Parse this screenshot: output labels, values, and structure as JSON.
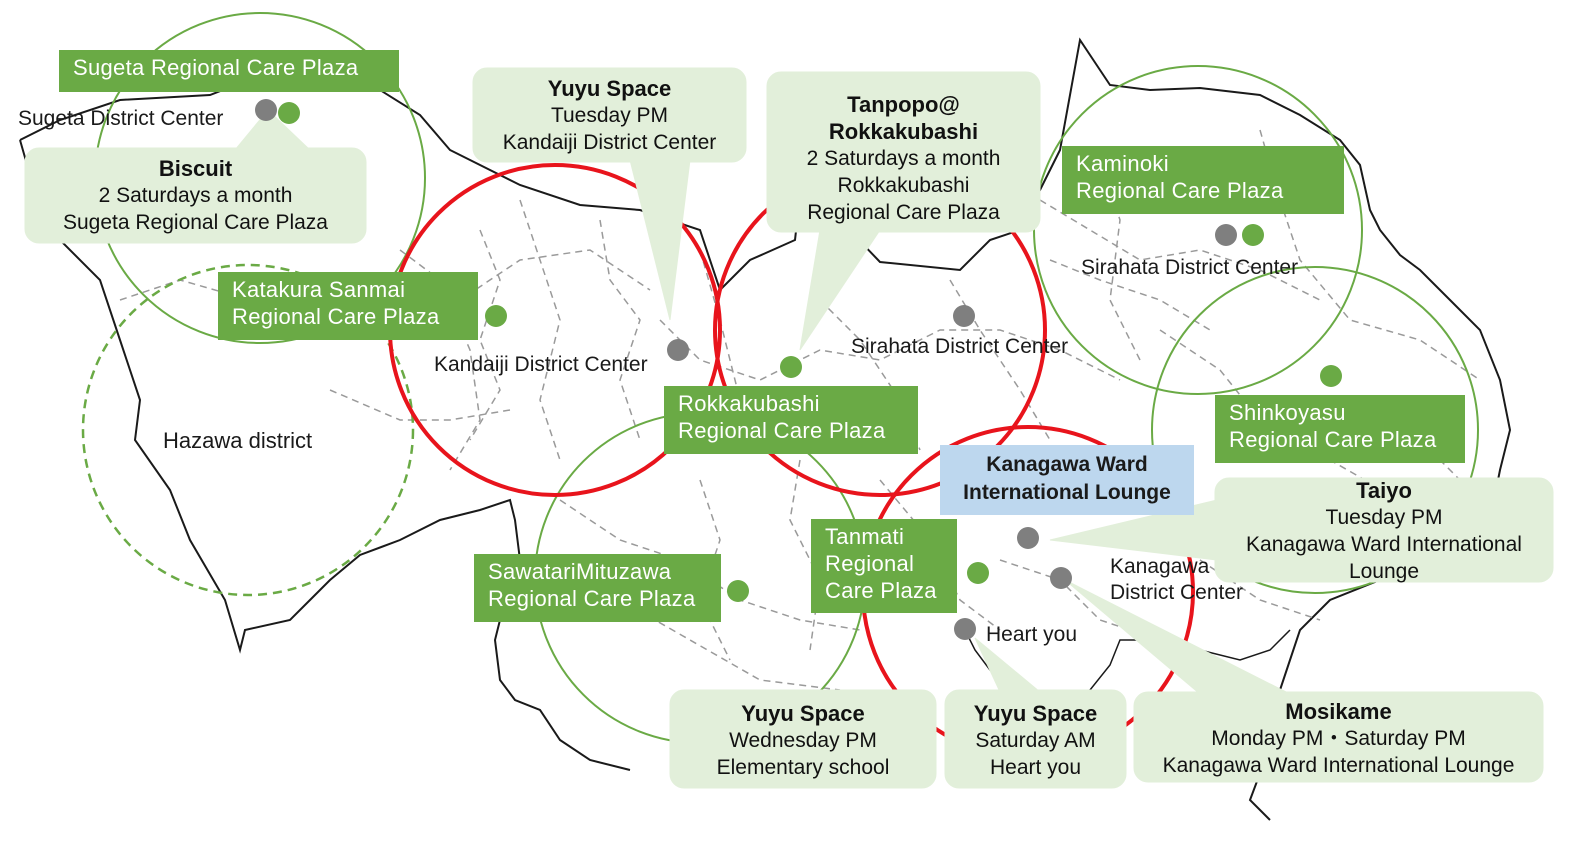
{
  "colors": {
    "care_plaza_green": "#6aaa45",
    "callout_fill": "#e2efda",
    "lounge_blue": "#bdd7ee",
    "service_area_red": "#e8141c",
    "center_dot_gray": "#7f7f7f"
  },
  "care_plazas": {
    "sugeta": "Sugeta Regional Care Plaza",
    "katakura": [
      "Katakura Sanmai",
      "Regional Care Plaza"
    ],
    "rokkakubashi": [
      "Rokkakubashi",
      "Regional Care Plaza"
    ],
    "kaminoki": [
      "Kaminoki",
      "Regional Care Plaza"
    ],
    "shinkoyasu": [
      "Shinkoyasu",
      "Regional Care Plaza"
    ],
    "sawatari": [
      "SawatariMituzawa",
      "Regional Care Plaza"
    ],
    "tanmati": [
      "Tanmati",
      "Regional",
      "Care Plaza"
    ]
  },
  "lounge": [
    "Kanagawa Ward",
    "International Lounge"
  ],
  "district_centers": {
    "sugeta": "Sugeta District Center",
    "kandaiji": "Kandaiji District Center",
    "sirahata_a": "Sirahata District Center",
    "sirahata_b": "Sirahata District Center",
    "kanagawa": [
      "Kanagawa",
      "District Center"
    ],
    "heart": "Heart you"
  },
  "hazawa": "Hazawa district",
  "callouts": {
    "biscuit": {
      "name": "Biscuit",
      "time": "2 Saturdays a month",
      "place": "Sugeta Regional Care Plaza"
    },
    "yuyu_tue": {
      "name": "Yuyu Space",
      "time": "Tuesday PM",
      "place": "Kandaiji District Center"
    },
    "tanpopo": {
      "name": [
        "Tanpopo@",
        "Rokkakubashi"
      ],
      "time": "2 Saturdays a month",
      "place": [
        "Rokkakubashi",
        "Regional Care Plaza"
      ]
    },
    "taiyo": {
      "name": "Taiyo",
      "time": "Tuesday PM",
      "place": [
        "Kanagawa Ward International",
        "Lounge"
      ]
    },
    "yuyu_wed": {
      "name": "Yuyu Space",
      "time": "Wednesday PM",
      "place": "Elementary school"
    },
    "yuyu_sat": {
      "name": "Yuyu Space",
      "time": "Saturday AM",
      "place": "Heart you"
    },
    "mosikame": {
      "name": "Mosikame",
      "time": "Monday PM・Saturday PM",
      "place": "Kanagawa Ward International Lounge"
    }
  }
}
